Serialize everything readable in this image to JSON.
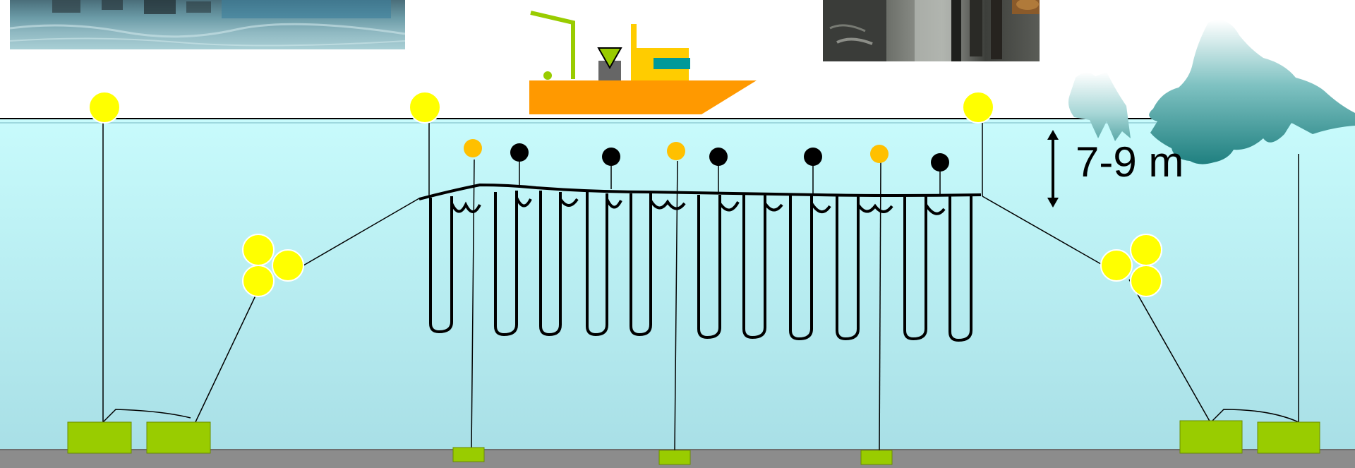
{
  "depth_label": "7-9 m",
  "colors": {
    "water_top": "#c8fbfc",
    "water_bottom": "#a8dfe6",
    "seabed": "#8c8c8c",
    "buoy_yellow": "#ffff00",
    "buoy_orange": "#ffc000",
    "buoy_black": "#000000",
    "anchor_green": "#99cc00",
    "boat_hull": "#ff9900",
    "boat_cabin": "#ffcc00",
    "boat_window": "#009999",
    "crane": "#99cc00",
    "ice": "#2f8f8f"
  },
  "icons": {
    "left_photo": "mussel-harvest-photo",
    "right_photo": "mussel-rope-photo",
    "boat": "service-boat-icon",
    "ice": "sea-ice-icon"
  }
}
